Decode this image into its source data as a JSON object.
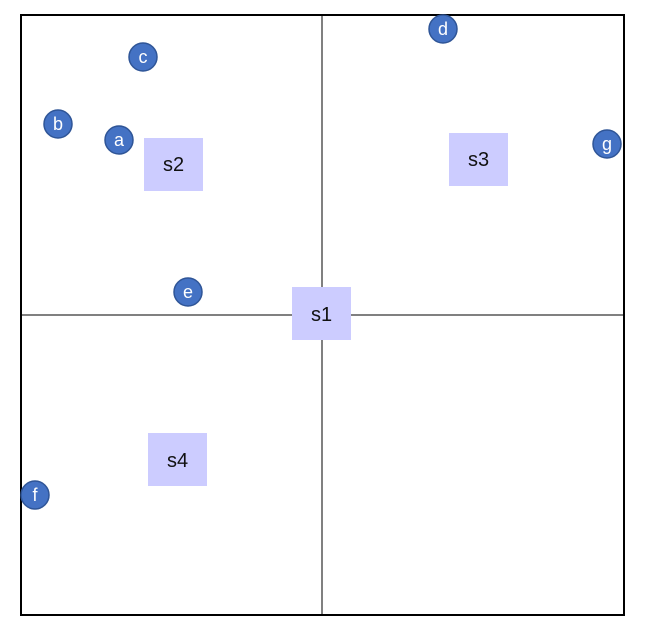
{
  "colors": {
    "frame": "#000000",
    "divider": "#000000",
    "region_fill": "#ccccff",
    "point_fill": "#4472c4",
    "point_stroke": "#2f5597",
    "point_text": "#ffffff"
  },
  "regions": [
    {
      "id": "s1",
      "label": "s1"
    },
    {
      "id": "s2",
      "label": "s2"
    },
    {
      "id": "s3",
      "label": "s3"
    },
    {
      "id": "s4",
      "label": "s4"
    }
  ],
  "points": [
    {
      "id": "a",
      "label": "a"
    },
    {
      "id": "b",
      "label": "b"
    },
    {
      "id": "c",
      "label": "c"
    },
    {
      "id": "d",
      "label": "d"
    },
    {
      "id": "e",
      "label": "e"
    },
    {
      "id": "f",
      "label": "f"
    },
    {
      "id": "g",
      "label": "g"
    }
  ]
}
